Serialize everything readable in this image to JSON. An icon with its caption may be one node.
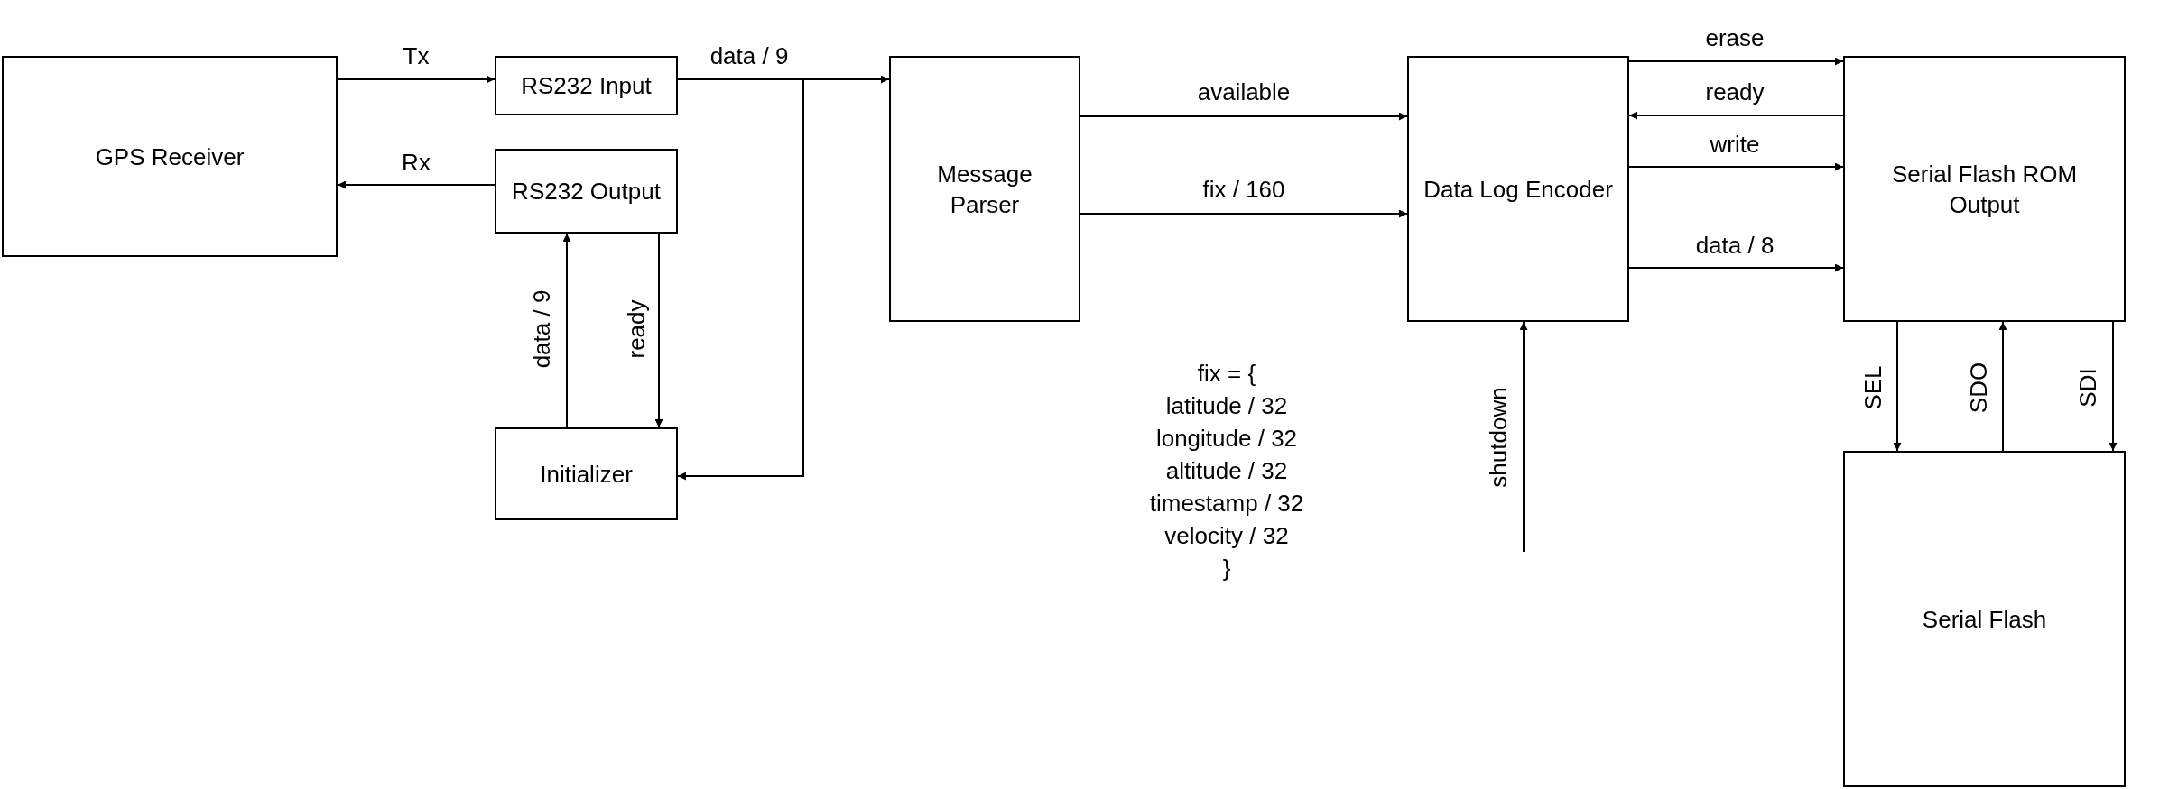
{
  "diagram": {
    "nodes": [
      {
        "text": [
          "GPS Receiver"
        ]
      },
      {
        "text": [
          "RS232 Input"
        ]
      },
      {
        "text": [
          "RS232 Output"
        ]
      },
      {
        "text": [
          "Initializer"
        ]
      },
      {
        "text": [
          "Message Parser"
        ]
      },
      {
        "text": [
          "Data Log Encoder"
        ]
      },
      {
        "text": [
          "Serial Flash ROM Output"
        ]
      },
      {
        "text": [
          "Serial Flash"
        ]
      }
    ],
    "edges": [
      {
        "from": 0,
        "to": 1,
        "arrow": "to",
        "label": "Tx"
      },
      {
        "from": 2,
        "to": 0,
        "arrow": "to",
        "label": "Rx"
      },
      {
        "from": 1,
        "to": 4,
        "arrow": "to",
        "label": "data / 9"
      },
      {
        "from": 1,
        "to": 3,
        "arrow": "to"
      },
      {
        "from": 3,
        "to": 2,
        "arrow": "to",
        "label": "data / 9"
      },
      {
        "from": 2,
        "to": 3,
        "arrow": "to",
        "label": "ready"
      },
      {
        "from": 4,
        "to": 5,
        "arrow": "to",
        "label": "available"
      },
      {
        "from": 4,
        "to": 5,
        "arrow": "to",
        "label": "fix / 160"
      },
      {
        "from": 5,
        "to": 6,
        "arrow": "to",
        "label": "erase"
      },
      {
        "from": 6,
        "to": 5,
        "arrow": "to",
        "label": "ready"
      },
      {
        "from": 5,
        "to": 6,
        "arrow": "to",
        "label": "write"
      },
      {
        "from": 5,
        "to": 6,
        "arrow": "to",
        "label": "data / 8"
      },
      {
        "from": null,
        "to": 5,
        "arrow": "to",
        "label": "shutdown"
      },
      {
        "from": 6,
        "to": 7,
        "arrow": "to",
        "label": "SEL"
      },
      {
        "from": 7,
        "to": 6,
        "arrow": "to",
        "label": "SDO"
      },
      {
        "from": 6,
        "to": 7,
        "arrow": "to",
        "label": "SDI"
      }
    ],
    "labels": [
      "fix = {",
      "latitude / 32",
      "longitude / 32",
      "altitude / 32",
      "timestamp / 32",
      "velocity / 32",
      "}"
    ]
  }
}
